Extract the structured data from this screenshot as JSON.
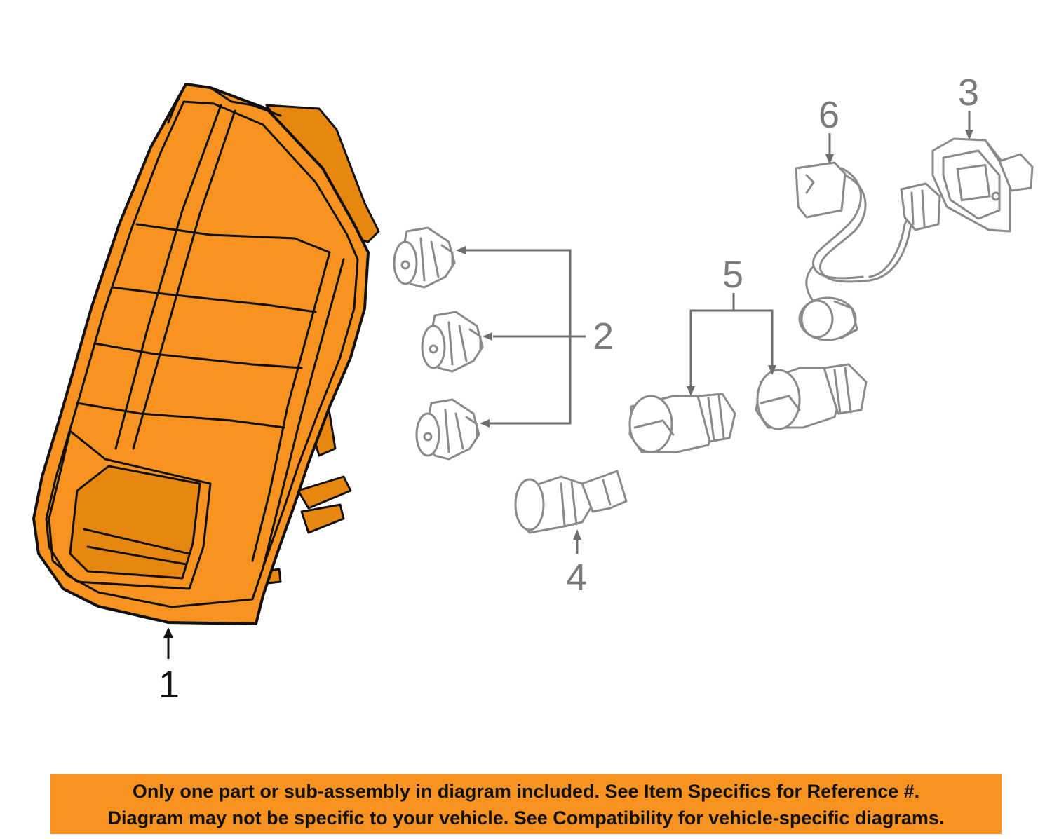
{
  "diagram": {
    "callouts": [
      {
        "id": "1",
        "label": "1"
      },
      {
        "id": "2",
        "label": "2"
      },
      {
        "id": "3",
        "label": "3"
      },
      {
        "id": "4",
        "label": "4"
      },
      {
        "id": "5",
        "label": "5"
      },
      {
        "id": "6",
        "label": "6"
      }
    ],
    "colors": {
      "highlight": "#F7931E",
      "outline": "#111111",
      "part_line": "#8a8a8a"
    }
  },
  "banner": {
    "line1": "Only one part or sub-assembly in diagram included. See Item Specifics for Reference #.",
    "line2": "Diagram may not be specific to your vehicle. See Compatibility for vehicle-specific diagrams."
  }
}
